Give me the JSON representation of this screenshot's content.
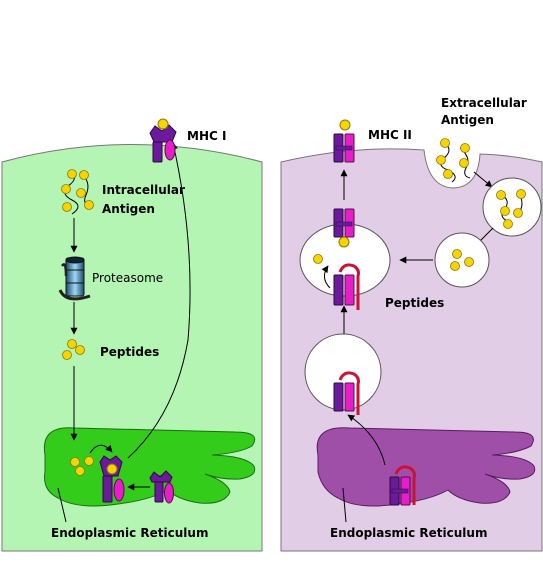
{
  "left_panel": {
    "receptor_label": "MHC I",
    "antigen_label_line1": "Intracellular",
    "antigen_label_line2": "Antigen",
    "proteasome_label": "Proteasome",
    "peptides_label": "Peptides",
    "er_label": "Endoplasmic Reticulum"
  },
  "right_panel": {
    "receptor_label": "MHC II",
    "antigen_label_line1": "Extracellular",
    "antigen_label_line2": "Antigen",
    "peptides_label": "Peptides",
    "er_label": "Endoplasmic Reticulum"
  },
  "colors": {
    "left_cell": "#b4f5b4",
    "left_er": "#33cc1a",
    "right_cell": "#e2cde6",
    "right_er": "#a04fa8",
    "peptide": "#f5d400",
    "mhc_purple": "#6a1a9a",
    "mhc_magenta": "#e61ec8",
    "invariant_chain": "#cc1133"
  }
}
